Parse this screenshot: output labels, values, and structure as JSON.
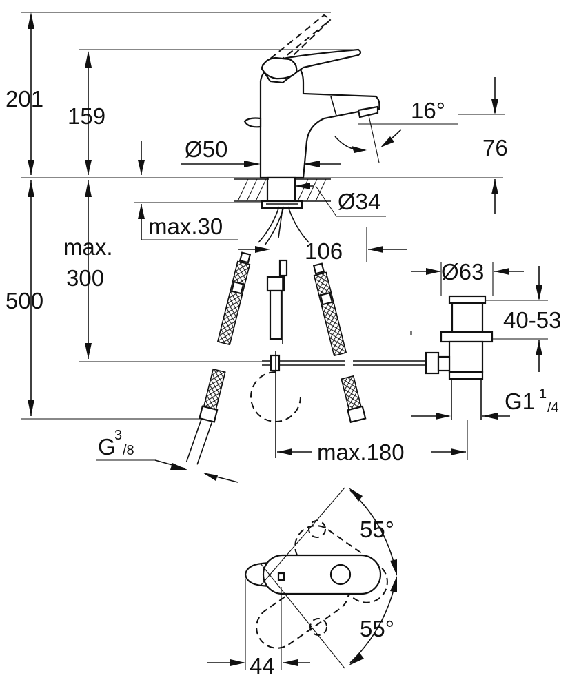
{
  "dimensions": {
    "d201": "201",
    "d159": "159",
    "d500": "500",
    "max_label": "max.",
    "d300": "300",
    "max30": "max.30",
    "dia50": "Ø50",
    "dia34": "Ø34",
    "d106": "106",
    "dia63": "Ø63",
    "d40_53": "40-53",
    "d76": "76",
    "angle16": "16°",
    "g1_main": "G1",
    "g1_num": "1",
    "g1_den": "/4",
    "g38_main": "G",
    "g38_num": "3",
    "g38_den": "/8",
    "max180": "max.180",
    "angle55_top": "55°",
    "angle55_bottom": "55°",
    "d44": "44"
  }
}
